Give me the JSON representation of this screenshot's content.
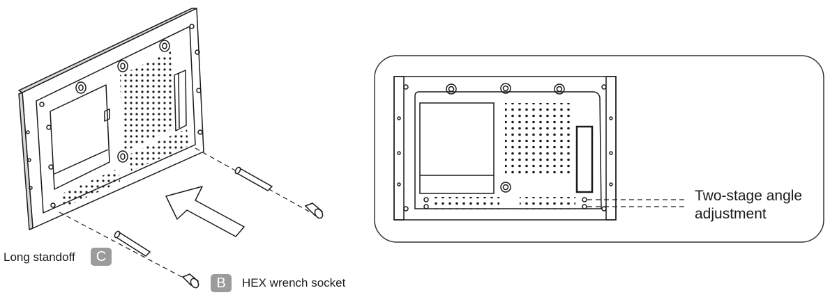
{
  "labels": {
    "long_standoff": "Long standoff",
    "badge_c": "C",
    "hex_socket": "HEX wrench socket",
    "badge_b": "B",
    "two_stage": "Two-stage angle\nadjustment"
  },
  "colors": {
    "line": "#1a1a1a",
    "panel_fill": "#d9d9d9",
    "badge": "#9b9b9b",
    "inset_border": "#333333"
  }
}
